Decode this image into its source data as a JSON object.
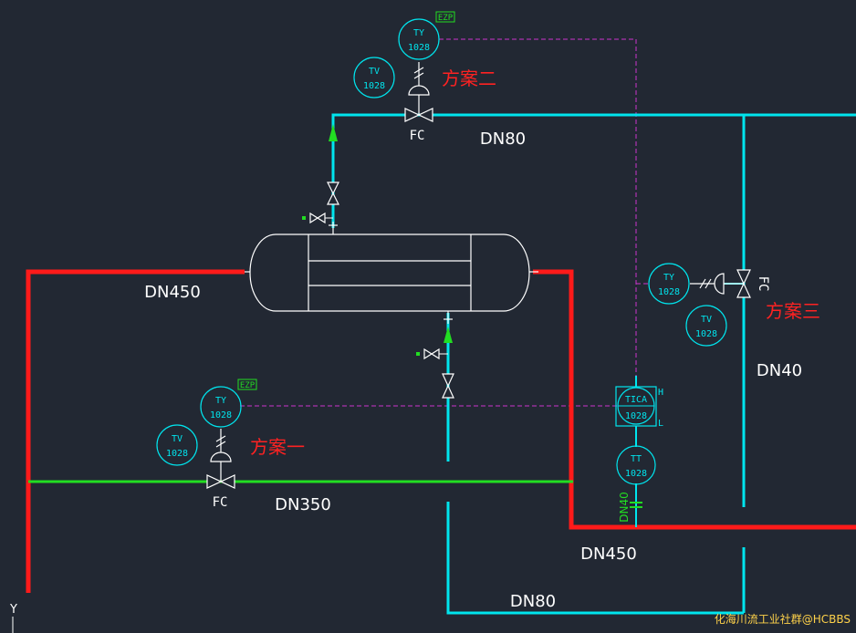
{
  "colors": {
    "background": "#222833",
    "hot_pipe": "#ff1a1a",
    "cool_pipe": "#00e5ee",
    "process_pipe": "#22dd22",
    "signal_line": "#cc33cc",
    "equipment": "#ffffff",
    "label_text": "#ffffff",
    "scheme_text": "#ff2222",
    "instrument": "#00e5ee",
    "ezp_tag": "#22dd22"
  },
  "pipe_labels": {
    "dn80_top": "DN80",
    "dn450_left": "DN450",
    "dn350": "DN350",
    "dn450_bottom": "DN450",
    "dn80_bottom": "DN80",
    "dn40_right": "DN40",
    "dn40_vertical": "DN40"
  },
  "schemes": {
    "one": "方案一",
    "two": "方案二",
    "three": "方案三"
  },
  "valves": {
    "fc_top": "FC",
    "fc_bottom": "FC",
    "fc_right": "FC"
  },
  "instruments": {
    "ty_top": {
      "tag": "TY",
      "num": "1028"
    },
    "tv_top": {
      "tag": "TV",
      "num": "1028"
    },
    "ty_left": {
      "tag": "TY",
      "num": "1028"
    },
    "tv_left": {
      "tag": "TV",
      "num": "1028"
    },
    "ty_right": {
      "tag": "TY",
      "num": "1028"
    },
    "tv_right": {
      "tag": "TV",
      "num": "1028"
    },
    "tica": {
      "tag": "TICA",
      "num": "1028",
      "high": "H",
      "low": "L"
    },
    "tt": {
      "tag": "TT",
      "num": "1028"
    }
  },
  "tags": {
    "ezp_top": "EZP",
    "ezp_left": "EZP"
  },
  "axis": {
    "y_label": "Y"
  },
  "watermark": "化海川流工业社群@HCBBS"
}
